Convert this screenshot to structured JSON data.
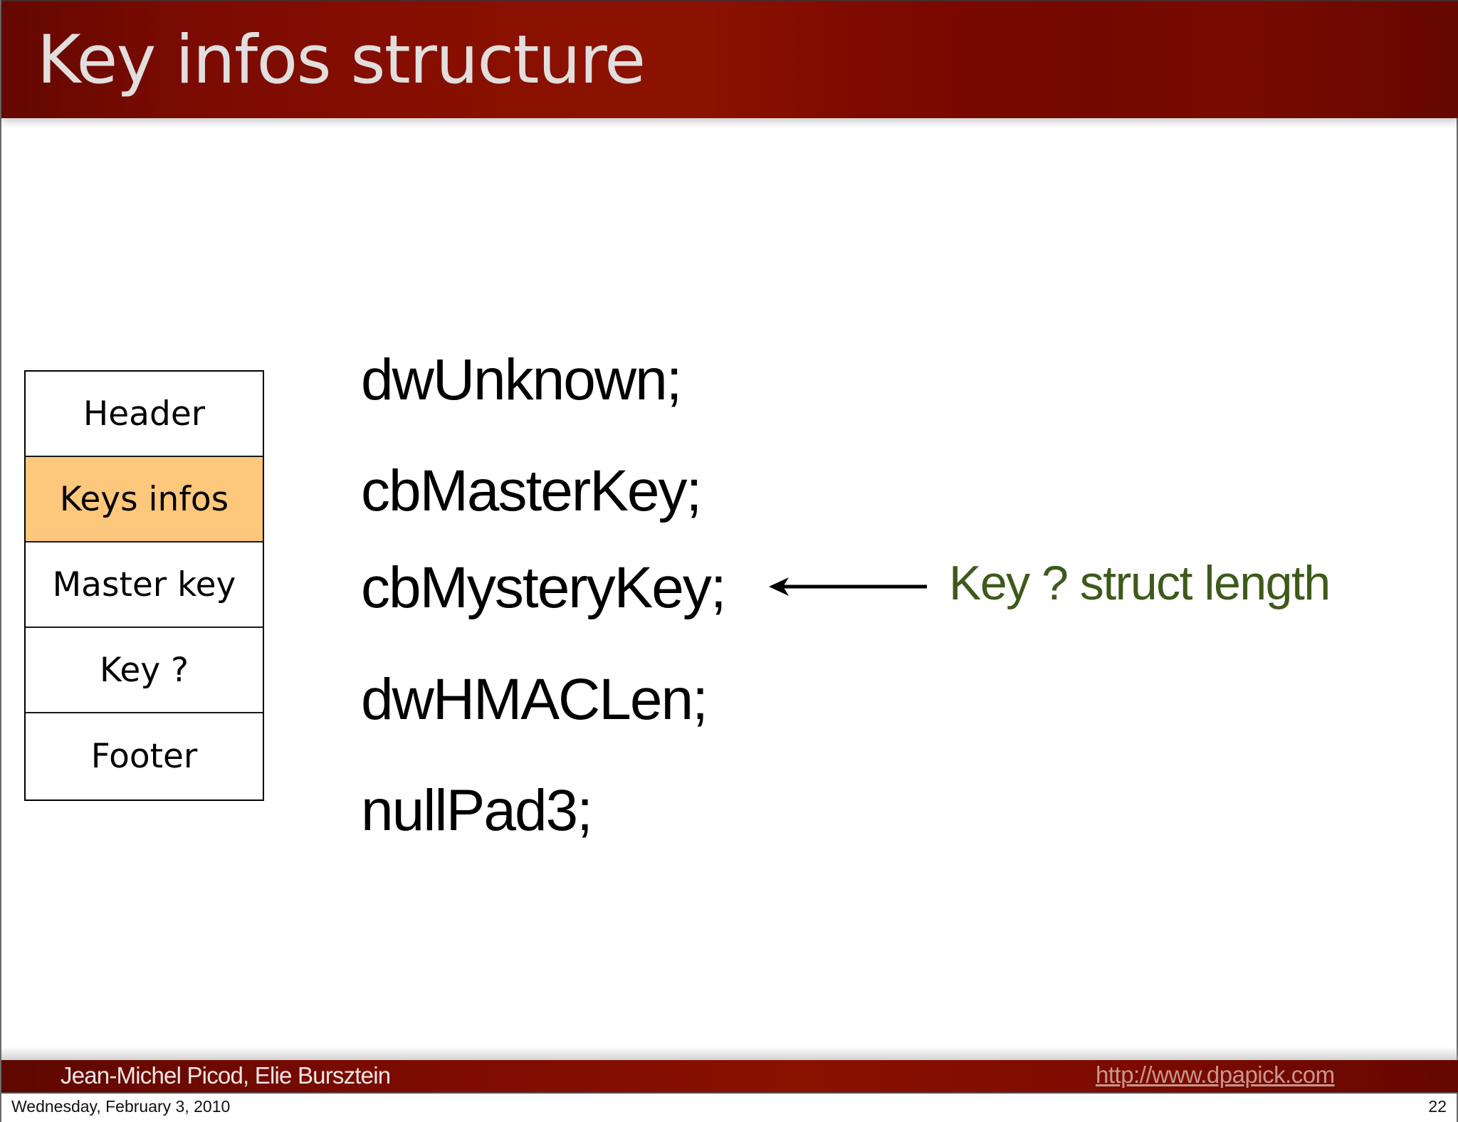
{
  "slide": {
    "title": "Key infos structure",
    "page_number": "22",
    "date": "Wednesday, February 3, 2010"
  },
  "structure_diagram": {
    "rows": [
      {
        "label": "Header",
        "highlighted": false
      },
      {
        "label": "Keys infos",
        "highlighted": true
      },
      {
        "label": "Master key",
        "highlighted": false
      },
      {
        "label": "Key ?",
        "highlighted": false
      },
      {
        "label": "Footer",
        "highlighted": false
      }
    ],
    "highlight_color": "#fdc77c"
  },
  "fields": [
    "dwUnknown;",
    "cbMasterKey;",
    "cbMysteryKey;",
    "dwHMACLen;",
    "nullPad3;"
  ],
  "annotation": {
    "target_field": "cbMysteryKey;",
    "arrow_icon": "left-arrow-icon",
    "text": "Key ? struct length",
    "color": "#3e5a1b"
  },
  "footer": {
    "authors": "Jean-Michel Picod, Elie Bursztein",
    "link": "http://www.dpapick.com",
    "bar_color": "#7a0b02"
  },
  "colors": {
    "title_bar": "#8a1000",
    "title_text": "#e2dede",
    "link_text": "#c8968c"
  }
}
